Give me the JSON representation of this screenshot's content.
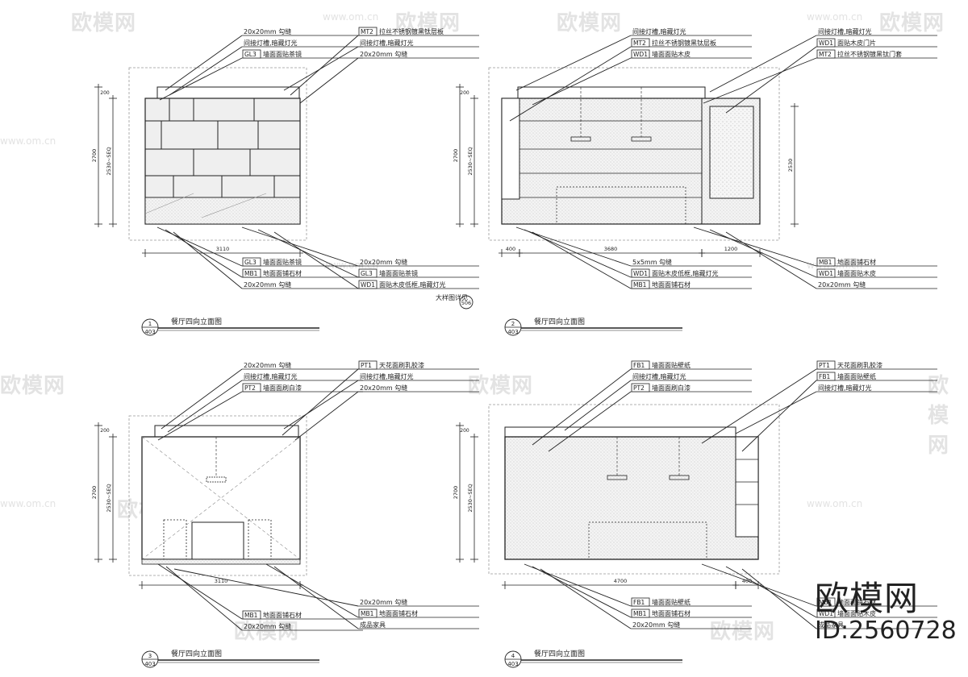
{
  "watermark": {
    "brand": "欧模网",
    "url": "www.om.cn"
  },
  "brand_stamp": {
    "name": "欧模网",
    "id": "ID:2560728"
  },
  "views": [
    {
      "number": "1",
      "sheet": "403",
      "title": "餐厅四向立面图",
      "dims": {
        "total_h": "2700",
        "clear_h": "2530~SEQ",
        "top": "200",
        "width": "3110"
      },
      "callouts_top": [
        {
          "tag": "",
          "text": "20x20mm 勾缝"
        },
        {
          "tag": "",
          "text": "间接灯槽,暗藏灯光"
        },
        {
          "tag": "GL3",
          "text": "墙面面贴茶镜"
        },
        {
          "tag": "MT2",
          "text": "拉丝不锈钢镀黑钛层板"
        },
        {
          "tag": "",
          "text": "间接灯槽,暗藏灯光"
        },
        {
          "tag": "",
          "text": "20x20mm 勾缝"
        }
      ],
      "callouts_bottom": [
        {
          "tag": "GL3",
          "text": "墙面面贴茶镜"
        },
        {
          "tag": "MB1",
          "text": "地面面铺石材"
        },
        {
          "tag": "",
          "text": "20x20mm 勾缝"
        },
        {
          "tag": "",
          "text": "20x20mm 勾缝"
        },
        {
          "tag": "GL3",
          "text": "墙面面贴茶镜"
        },
        {
          "tag": "WD1",
          "text": "面贴木皮低框,暗藏灯光"
        }
      ],
      "detail_note": "大样图详见",
      "detail_ref": "506"
    },
    {
      "number": "2",
      "sheet": "403",
      "title": "餐厅四向立面图",
      "dims": {
        "total_h": "2700",
        "clear_h": "2530~SEQ",
        "top": "200",
        "right_h": "2530",
        "w_left": "400",
        "width": "3680",
        "w_right": "1200"
      },
      "callouts_top": [
        {
          "tag": "",
          "text": "间接灯槽,暗藏灯光"
        },
        {
          "tag": "MT2",
          "text": "拉丝不锈钢镀黑钛层板"
        },
        {
          "tag": "WD1",
          "text": "墙面面贴木皮"
        },
        {
          "tag": "",
          "text": "间接灯槽,暗藏灯光"
        },
        {
          "tag": "WD1",
          "text": "面贴木皮门片"
        },
        {
          "tag": "MT2",
          "text": "拉丝不锈钢镀黑钛门套"
        }
      ],
      "callouts_bottom": [
        {
          "tag": "",
          "text": "5x5mm 勾缝"
        },
        {
          "tag": "WD1",
          "text": "面贴木皮低框,暗藏灯光"
        },
        {
          "tag": "MB1",
          "text": "地面面铺石材"
        },
        {
          "tag": "MB1",
          "text": "地面面铺石材"
        },
        {
          "tag": "WD1",
          "text": "墙面面贴木皮"
        },
        {
          "tag": "",
          "text": "20x20mm 勾缝"
        }
      ]
    },
    {
      "number": "3",
      "sheet": "403",
      "title": "餐厅四向立面图",
      "dims": {
        "total_h": "2700",
        "clear_h": "2530~SEQ",
        "top": "200",
        "width": "3110"
      },
      "callouts_top": [
        {
          "tag": "",
          "text": "20x20mm 勾缝"
        },
        {
          "tag": "",
          "text": "间接灯槽,暗藏灯光"
        },
        {
          "tag": "PT2",
          "text": "墙面面刷白漆"
        },
        {
          "tag": "PT1",
          "text": "天花面刷乳胶漆"
        },
        {
          "tag": "",
          "text": "间接灯槽,暗藏灯光"
        },
        {
          "tag": "",
          "text": "20x20mm 勾缝"
        }
      ],
      "callouts_bottom": [
        {
          "tag": "MB1",
          "text": "地面面铺石材"
        },
        {
          "tag": "",
          "text": "20x20mm 勾缝"
        },
        {
          "tag": "",
          "text": "20x20mm 勾缝"
        },
        {
          "tag": "MB1",
          "text": "地面面铺石材"
        },
        {
          "tag": "",
          "text": "成品家具"
        }
      ]
    },
    {
      "number": "4",
      "sheet": "403",
      "title": "餐厅四向立面图",
      "dims": {
        "total_h": "2700",
        "clear_h": "2530~SEQ",
        "top": "200",
        "width": "4700",
        "w_right": "400"
      },
      "callouts_top": [
        {
          "tag": "FB1",
          "text": "墙面面贴壁纸"
        },
        {
          "tag": "",
          "text": "间接灯槽,暗藏灯光"
        },
        {
          "tag": "PT2",
          "text": "墙面面刷白漆"
        },
        {
          "tag": "PT1",
          "text": "天花面刷乳胶漆"
        },
        {
          "tag": "FB1",
          "text": "墙面面贴壁纸"
        },
        {
          "tag": "",
          "text": "间接灯槽,暗藏灯光"
        }
      ],
      "callouts_bottom": [
        {
          "tag": "FB1",
          "text": "墙面面贴壁纸"
        },
        {
          "tag": "MB1",
          "text": "地面面铺石材"
        },
        {
          "tag": "",
          "text": "20x20mm 勾缝"
        },
        {
          "tag": "MB1",
          "text": "地面面铺石材"
        },
        {
          "tag": "WD1",
          "text": "墙面面贴木皮"
        },
        {
          "tag": "",
          "text": "成品家具"
        }
      ]
    }
  ]
}
